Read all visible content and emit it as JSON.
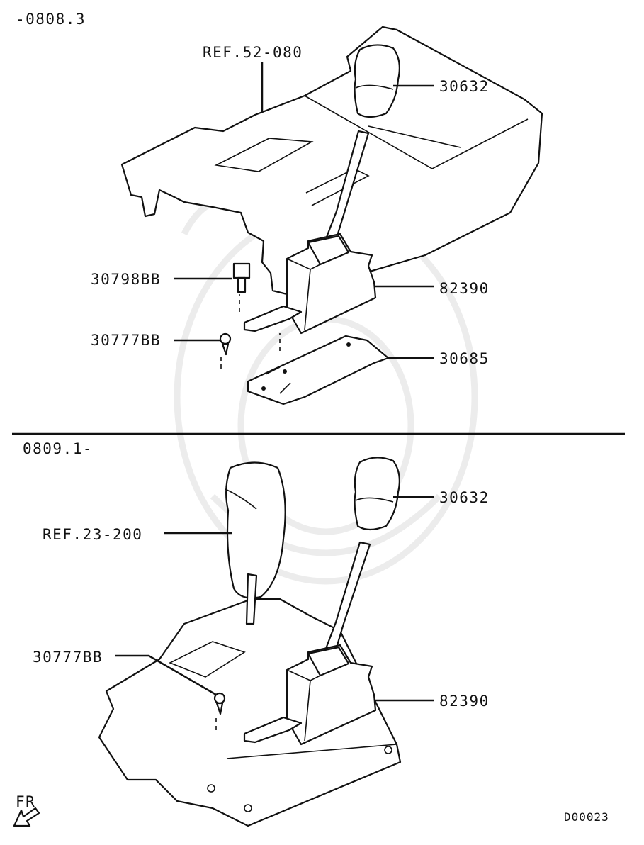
{
  "diagram": {
    "code": "D00023",
    "direction_label": "FR",
    "sections": [
      {
        "range": "-0808.3",
        "callouts": [
          {
            "id": "ref_52_080",
            "text": "REF.52-080"
          },
          {
            "id": "knob",
            "text": "30632"
          },
          {
            "id": "bolt",
            "text": "30798BB"
          },
          {
            "id": "lever_assy",
            "text": "82390"
          },
          {
            "id": "screw",
            "text": "30777BB"
          },
          {
            "id": "bracket",
            "text": "30685"
          }
        ]
      },
      {
        "range": "0809.1-",
        "callouts": [
          {
            "id": "knob",
            "text": "30632"
          },
          {
            "id": "ref_23_200",
            "text": "REF.23-200"
          },
          {
            "id": "screw",
            "text": "30777BB"
          },
          {
            "id": "lever_assy",
            "text": "82390"
          }
        ]
      }
    ]
  }
}
